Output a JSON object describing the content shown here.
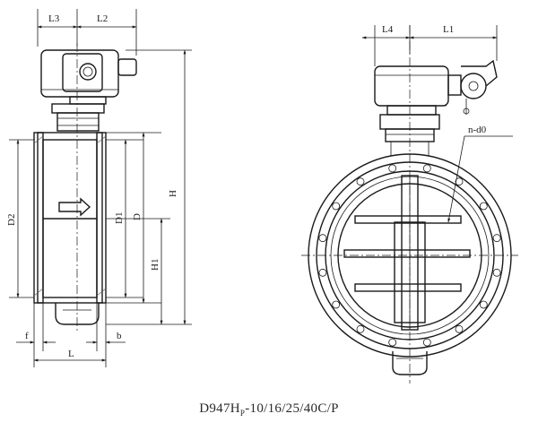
{
  "side_view": {
    "labels": {
      "l3": "L3",
      "l2": "L2",
      "h": "H",
      "d2": "D2",
      "d1": "D1",
      "d": "D",
      "h1": "H1",
      "f": "f",
      "b": "b",
      "l": "L"
    }
  },
  "front_view": {
    "labels": {
      "l4": "L4",
      "l1": "L1",
      "n_d0": "n-d0"
    }
  },
  "caption": {
    "model_prefix": "D947H",
    "model_sub": "P",
    "model_suffix": "-10/16/25/40C/P"
  }
}
